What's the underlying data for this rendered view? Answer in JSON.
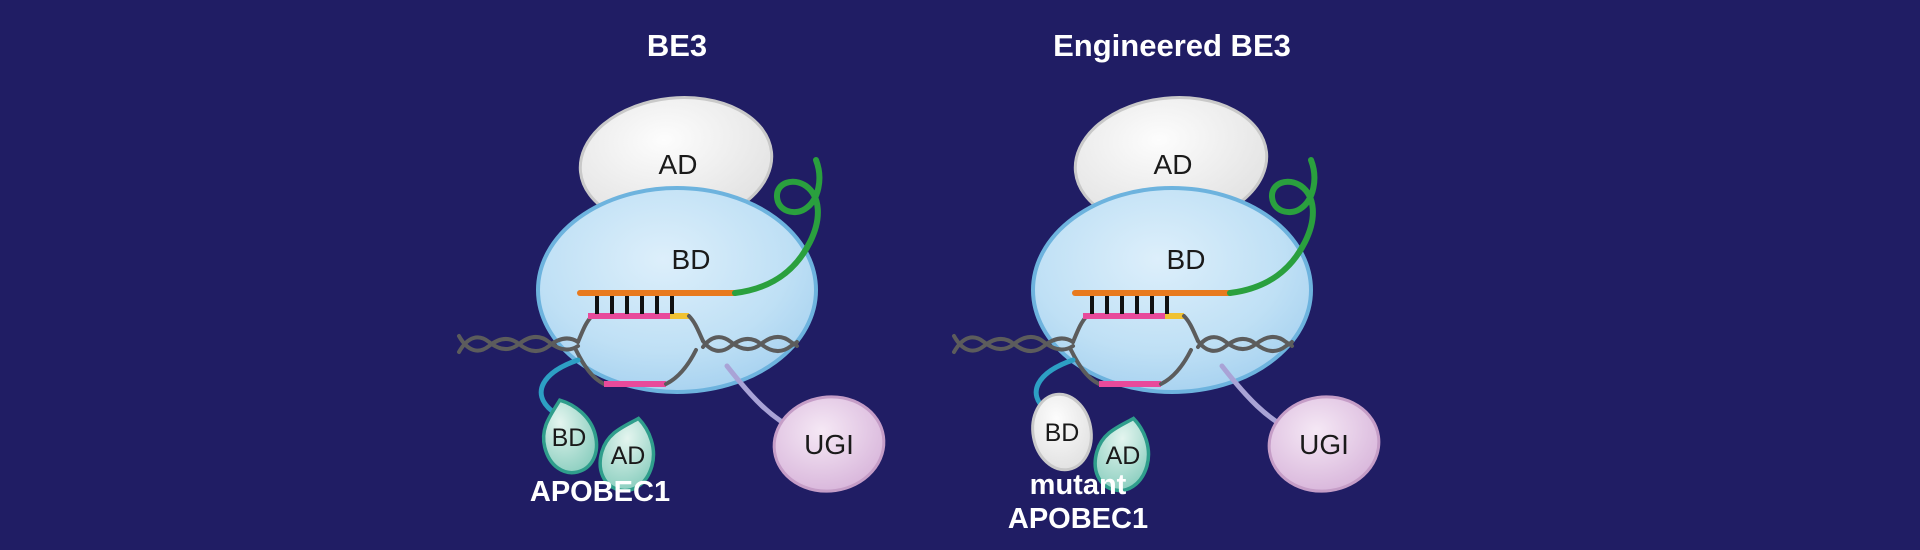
{
  "colors": {
    "background": "#201d64",
    "cas9_light": "#ddeffb",
    "cas9_mid": "#bfe0f5",
    "cas9_dark": "#9fcdee",
    "cas9_stroke": "#6db3de",
    "domain_gray_light": "#fdfdfd",
    "domain_gray_dark": "#dedede",
    "domain_gray_stroke": "#c9c9c9",
    "leaf_light": "#e4f5ef",
    "leaf_dark": "#83cbbb",
    "leaf_stroke": "#2f9e8c",
    "ugi_light": "#f5e8f5",
    "ugi_dark": "#d5b0d8",
    "ugi_stroke": "#c59dc7",
    "sgrna_green": "#2aa03e",
    "spacer_orange": "#e87a1e",
    "target_pink": "#e84a9b",
    "pam_yellow": "#f0c233",
    "dna_gray": "#5c5c5c",
    "basepair_black": "#111111",
    "linker_cyan": "#2d9fc4",
    "linker_lavender": "#a9a3d6",
    "text_white": "#ffffff",
    "text_dark": "#1a1a1a"
  },
  "diagrams": [
    {
      "title": "BE3",
      "cas9": {
        "ad_label": "AD",
        "bd_label": "BD"
      },
      "apobec": {
        "bd_label": "BD",
        "ad_label": "AD",
        "name_line1": "APOBEC1",
        "name_line2": ""
      },
      "ugi_label": "UGI"
    },
    {
      "title": "Engineered BE3",
      "cas9": {
        "ad_label": "AD",
        "bd_label": "BD"
      },
      "apobec": {
        "bd_label": "BD",
        "ad_label": "AD",
        "name_line1": "mutant",
        "name_line2": "APOBEC1"
      },
      "ugi_label": "UGI"
    }
  ]
}
